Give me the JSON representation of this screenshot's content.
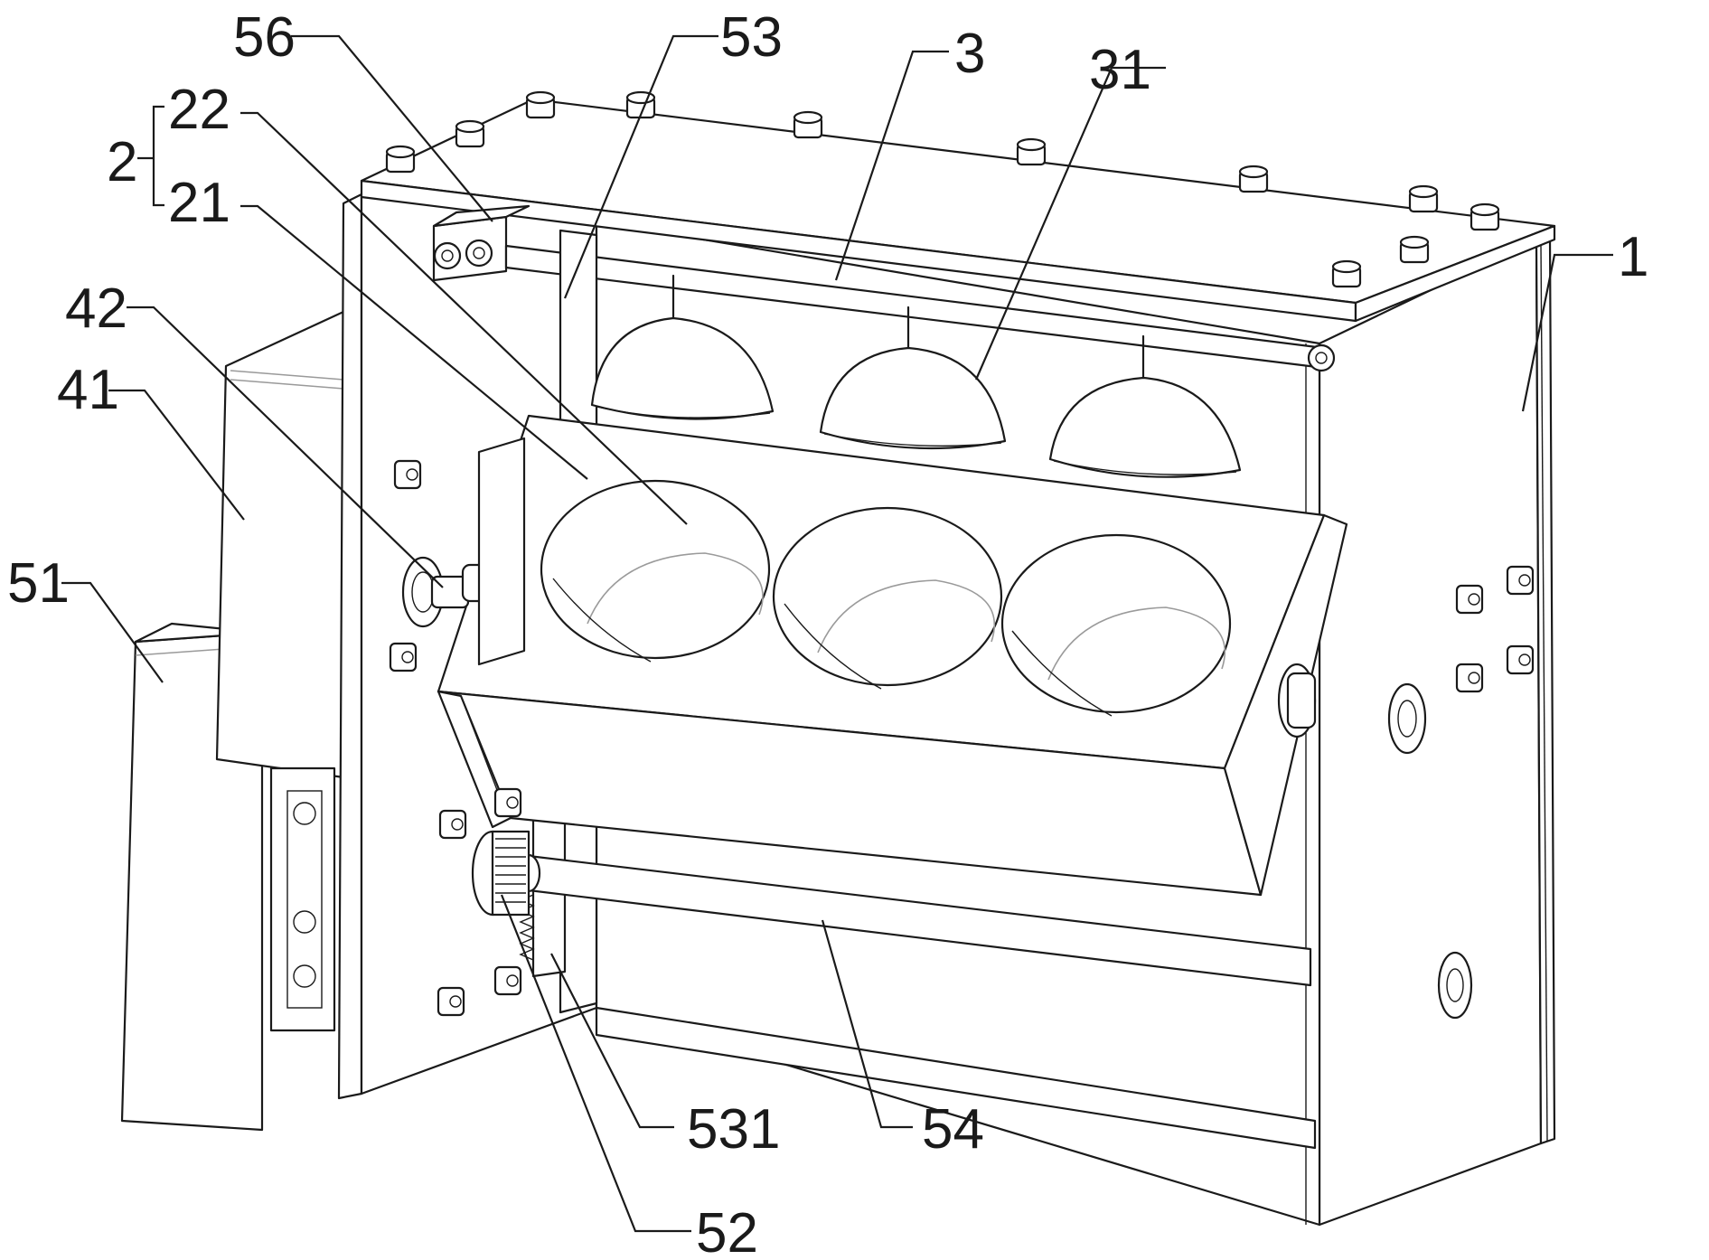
{
  "figure": {
    "labels": {
      "l56": "56",
      "l53": "53",
      "l3": "3",
      "l31": "31",
      "l2": "2",
      "l22": "22",
      "l21": "21",
      "l42": "42",
      "l41": "41",
      "l51": "51",
      "l1": "1",
      "l531": "531",
      "l54": "54",
      "l52": "52"
    },
    "colors": {
      "line": "#1a1a1a",
      "background": "#ffffff",
      "hidden_line": "#9a9a9a"
    }
  }
}
